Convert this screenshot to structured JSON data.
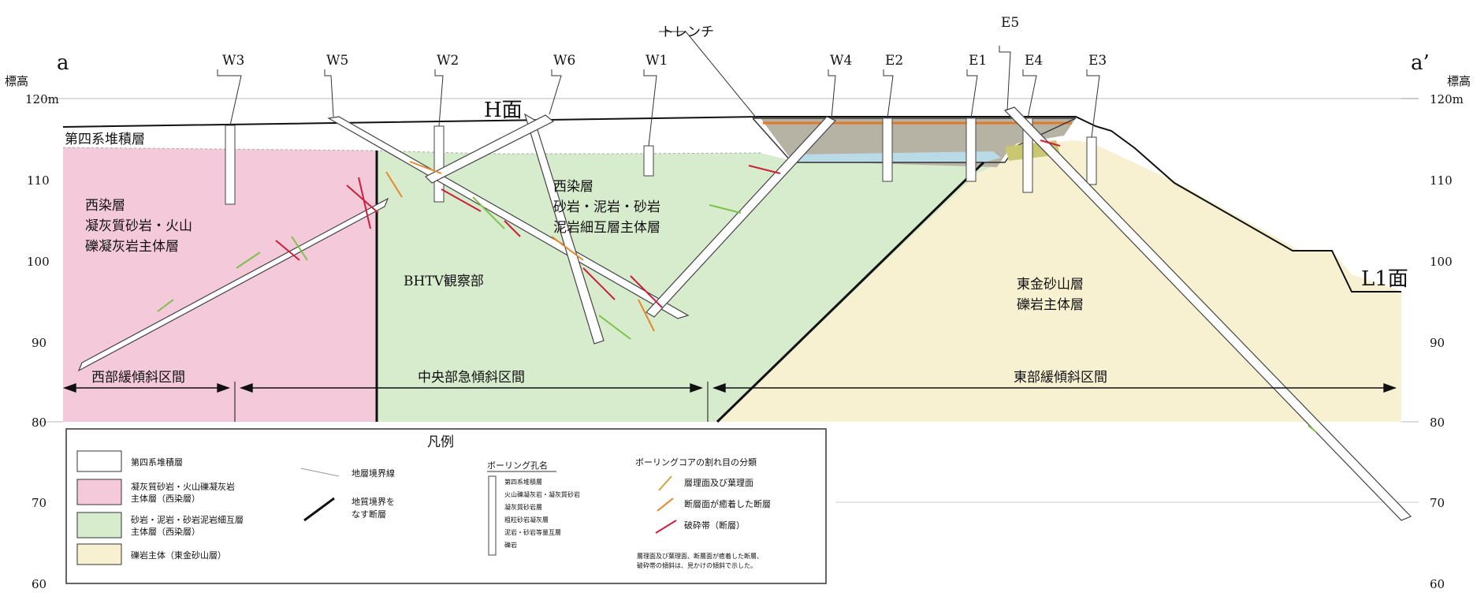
{
  "section": {
    "left_end": "a",
    "right_end": "a’",
    "elevation_label_left": "標高",
    "elevation_label_right": "標高"
  },
  "elevation_ticks": [
    "120m",
    "110",
    "100",
    "90",
    "80",
    "70",
    "60"
  ],
  "boreholes": [
    "W3",
    "W5",
    "W2",
    "W6",
    "W1",
    "W4",
    "E2",
    "E1",
    "E5",
    "E4",
    "E3"
  ],
  "trench_label": "トレンチ",
  "surface_labels": {
    "h_surface": "H面",
    "l1_surface": "L1面"
  },
  "units": {
    "quaternary": "第四系堆積層",
    "west_tuff": [
      "西染層",
      "凝灰質砂岩・火山",
      "礫凝灰岩主体層"
    ],
    "west_sand": [
      "西染層",
      "砂岩・泥岩・砂岩",
      "泥岩細互層主体層"
    ],
    "bhtv": "BHTV観察部",
    "east": [
      "東金砂山層",
      "礫岩主体層"
    ]
  },
  "intervals": {
    "west": "西部緩傾斜区間",
    "center": "中央部急傾斜区間",
    "east": "東部緩傾斜区間"
  },
  "legend": {
    "title": "凡例",
    "units": [
      {
        "text": [
          "第四系堆積層"
        ],
        "color": "#ffffff"
      },
      {
        "text": [
          "凝灰質砂岩・火山礫凝灰岩",
          "主体層（西染層）"
        ],
        "color": "#f4c9d9"
      },
      {
        "text": [
          "砂岩・泥岩・砂岩泥岩細互層",
          "主体層（西染層）"
        ],
        "color": "#d7ebcd"
      },
      {
        "text": [
          "礫岩主体（東金砂山層）"
        ],
        "color": "#f7f1d2"
      }
    ],
    "boundary_line": "地層境界線",
    "fault_line": [
      "地質境界を",
      "なす断層"
    ],
    "core_title": "ボーリング孔名",
    "core_items": [
      "第四系堆積層",
      "火山礫凝灰岩・凝灰質砂岩",
      "凝灰質砂岩層",
      "粗粒砂岩凝灰層",
      "泥岩・砂岩等量互層",
      "礫岩"
    ],
    "crack_title": "ボーリングコアの割れ目の分類",
    "crack_items": [
      {
        "text": "層理面及び葉理面",
        "color": "#c9a63a"
      },
      {
        "text": "断層面が癒着した断層",
        "color": "#e8862a"
      },
      {
        "text": "破砕帯（断層）",
        "color": "#cc1f3c"
      }
    ],
    "note": [
      "層理面及び葉理面、断層面が癒着した断層、",
      "破砕帯の傾斜は、見かけの傾斜で示した。"
    ]
  }
}
